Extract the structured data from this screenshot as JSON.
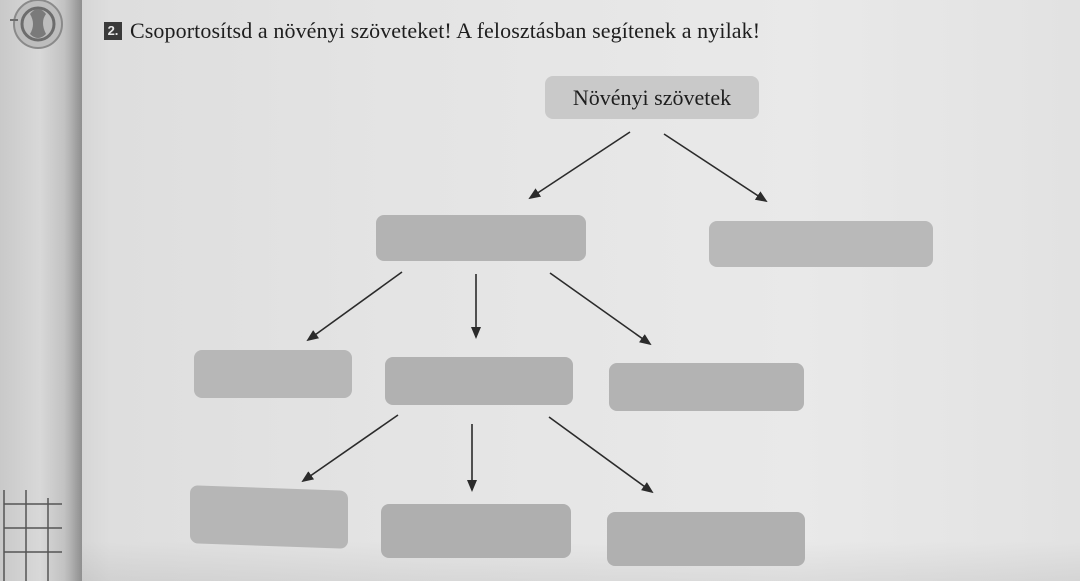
{
  "task": {
    "number": "2.",
    "instruction": "Csoportosítsd a növényi szöveteket! A felosztásban segítenek a nyilak!"
  },
  "diagram": {
    "root_label": "Növényi szövetek",
    "colors": {
      "box_fill": "#b6b6b6",
      "root_fill": "#c9c9c9",
      "arrow": "#2b2b2b"
    },
    "empty_boxes": [
      {
        "id": "level1-left",
        "value": ""
      },
      {
        "id": "level1-right",
        "value": ""
      },
      {
        "id": "level2-left",
        "value": ""
      },
      {
        "id": "level2-middle",
        "value": ""
      },
      {
        "id": "level2-right",
        "value": ""
      },
      {
        "id": "level3-left",
        "value": ""
      },
      {
        "id": "level3-middle",
        "value": ""
      },
      {
        "id": "level3-right",
        "value": ""
      }
    ]
  }
}
